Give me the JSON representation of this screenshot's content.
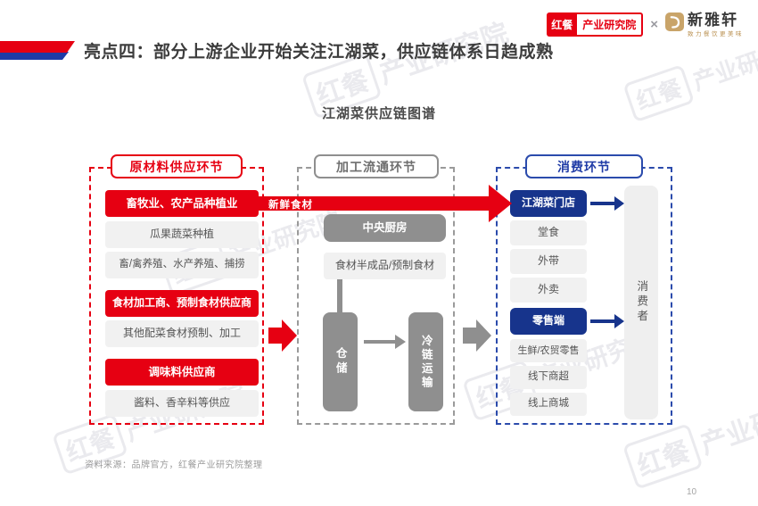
{
  "header": {
    "title": "亮点四：部分上游企业开始关注江湖菜，供应链体系日趋成熟",
    "logo_hongcan_badge": "红餐",
    "logo_hongcan_institute": "产业研究院",
    "logo_separator": "×",
    "logo_xinyaxuan_name": "新雅轩",
    "logo_xinyaxuan_tagline": "致力餐饮更美味"
  },
  "diagram": {
    "title": "江湖菜供应链图谱",
    "fresh_arrow_label": "新鲜食材",
    "column1": {
      "header": "原材料供应环节",
      "items": [
        {
          "label": "畜牧业、农产品种植业",
          "style": "red"
        },
        {
          "label": "瓜果蔬菜种植",
          "style": "gray"
        },
        {
          "label": "畜/禽养殖、水产养殖、捕捞",
          "style": "gray"
        },
        {
          "label": "食材加工商、预制食材供应商",
          "style": "red"
        },
        {
          "label": "其他配菜食材预制、加工",
          "style": "gray"
        },
        {
          "label": "调味料供应商",
          "style": "red"
        },
        {
          "label": "酱料、香辛料等供应",
          "style": "gray"
        }
      ]
    },
    "column2": {
      "header": "加工流通环节",
      "central_kitchen": "中央厨房",
      "semi_finished": "食材半成品/预制食材",
      "warehouse": "仓储",
      "cold_chain": "冷链运输"
    },
    "column3": {
      "header": "消费环节",
      "items": [
        {
          "label": "江湖菜门店",
          "style": "navy"
        },
        {
          "label": "堂食",
          "style": "gray"
        },
        {
          "label": "外带",
          "style": "gray"
        },
        {
          "label": "外卖",
          "style": "gray"
        },
        {
          "label": "零售端",
          "style": "navy"
        },
        {
          "label": "生鲜/农贸零售",
          "style": "gray"
        },
        {
          "label": "线下商超",
          "style": "gray"
        },
        {
          "label": "线上商城",
          "style": "gray"
        }
      ],
      "consumer": "消费者"
    }
  },
  "watermark": {
    "badge": "红餐",
    "name": "产业研究院"
  },
  "footer": {
    "source_note": "资料来源：品牌官方，红餐产业研究院整理",
    "page_number": "10"
  },
  "colors": {
    "red": "#e60012",
    "navy": "#17348c",
    "blue_accent": "#1f3ba6",
    "dark_gray_node": "#8f8f8f",
    "light_gray_node": "#f1f1f1",
    "gold": "#c9a469",
    "title_text": "#3c3c3c"
  }
}
